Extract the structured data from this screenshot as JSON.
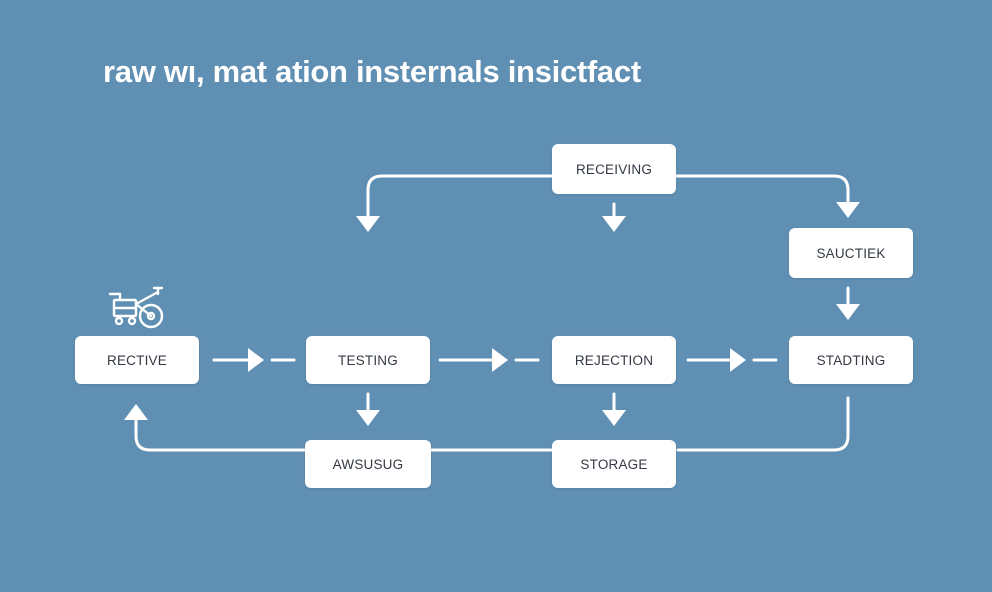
{
  "title": "raw wı, mat ation insternals insictfact",
  "colors": {
    "background": "#5f8fb2",
    "node_fill": "#ffffff",
    "node_text": "#333a44",
    "connector": "#ffffff",
    "title": "#ffffff"
  },
  "nodes": {
    "receiving": "RECEIVING",
    "sauctiek": "SAUCTIEK",
    "rective": "RECTIVE",
    "testing": "TESTING",
    "rejection": "REJECTION",
    "stadting": "STADTING",
    "awsusug": "AWSUSUG",
    "storage": "STORAGE"
  },
  "icons": {
    "top_left": "bicycle-cart-icon"
  }
}
